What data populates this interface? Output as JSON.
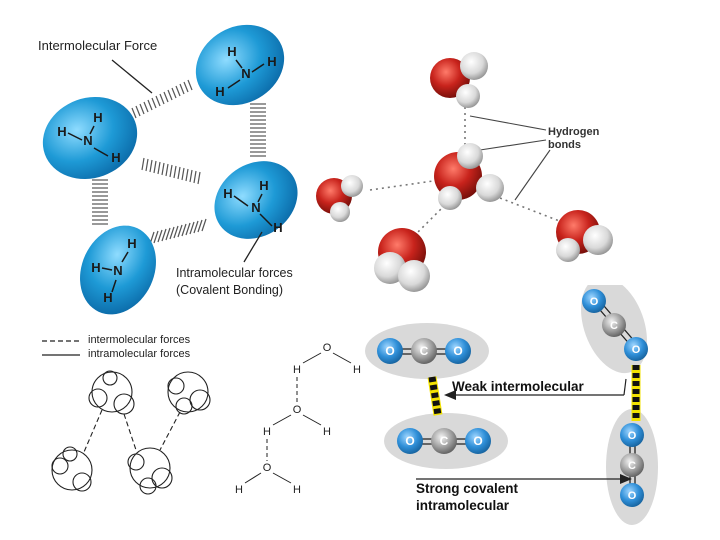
{
  "ammonia": {
    "intermolecular_label": "Intermolecular Force",
    "intramolecular_label_1": "Intramolecular forces",
    "intramolecular_label_2": "(Covalent Bonding)",
    "atom_h": "H",
    "atom_n": "N"
  },
  "water_3d": {
    "hydrogen_label_1": "Hydrogen",
    "hydrogen_label_2": "bonds"
  },
  "legend": {
    "inter": "intermolecular forces",
    "intra": "intramolecular forces"
  },
  "water_chain": {
    "atom_o": "O",
    "atom_h": "H"
  },
  "co2": {
    "atom_o": "O",
    "atom_c": "C",
    "weak_label": "Weak intermolecular",
    "strong_label_1": "Strong covalent",
    "strong_label_2": "intramolecular"
  },
  "colors": {
    "blue": "#1e9ad6",
    "oxygen_red": "#c8231c",
    "co2_blue": "#2f8fd8",
    "bond_yellow": "#f2e200"
  }
}
